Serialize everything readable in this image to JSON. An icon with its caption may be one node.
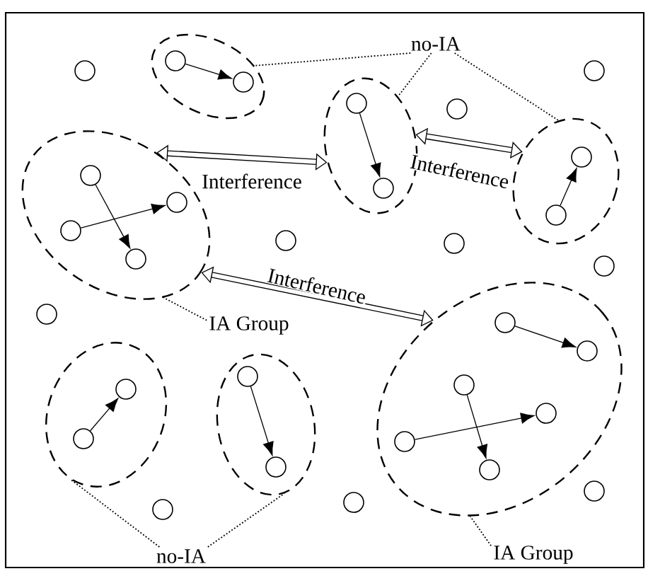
{
  "diagram": {
    "nodes": [
      {
        "text": [],
        "shape": "ellipse"
      },
      {
        "text": [],
        "shape": "circle",
        "in": 0
      },
      {
        "text": [],
        "shape": "circle",
        "in": 0
      },
      {
        "text": [
          "no-IA"
        ]
      },
      {
        "text": [],
        "shape": "circle"
      },
      {
        "text": [],
        "shape": "circle"
      },
      {
        "text": [],
        "shape": "circle"
      },
      {
        "text": [],
        "shape": "ellipse"
      },
      {
        "text": [],
        "shape": "circle",
        "in": 7
      },
      {
        "text": [],
        "shape": "circle",
        "in": 7
      },
      {
        "text": [],
        "shape": "ellipse"
      },
      {
        "text": [],
        "shape": "circle",
        "in": 10
      },
      {
        "text": [],
        "shape": "circle",
        "in": 10
      },
      {
        "text": [],
        "shape": "circle",
        "in": 10
      },
      {
        "text": [],
        "shape": "circle",
        "in": 10
      },
      {
        "text": [],
        "shape": "ellipse"
      },
      {
        "text": [],
        "shape": "circle",
        "in": 15
      },
      {
        "text": [],
        "shape": "circle",
        "in": 15
      },
      {
        "text": [],
        "shape": "circle"
      },
      {
        "text": [],
        "shape": "circle"
      },
      {
        "text": [],
        "shape": "circle"
      },
      {
        "text": [
          "IA Group"
        ]
      },
      {
        "text": [],
        "shape": "circle"
      },
      {
        "text": [],
        "shape": "ellipse"
      },
      {
        "text": [],
        "shape": "circle",
        "in": 23
      },
      {
        "text": [],
        "shape": "circle",
        "in": 23
      },
      {
        "text": [],
        "shape": "circle",
        "in": 23
      },
      {
        "text": [],
        "shape": "circle",
        "in": 23
      },
      {
        "text": [],
        "shape": "circle",
        "in": 23
      },
      {
        "text": [],
        "shape": "circle",
        "in": 23
      },
      {
        "text": [],
        "shape": "ellipse"
      },
      {
        "text": [],
        "shape": "circle",
        "in": 30
      },
      {
        "text": [],
        "shape": "circle",
        "in": 30
      },
      {
        "text": [],
        "shape": "ellipse"
      },
      {
        "text": [],
        "shape": "circle",
        "in": 33
      },
      {
        "text": [],
        "shape": "circle",
        "in": 33
      },
      {
        "text": [],
        "shape": "circle"
      },
      {
        "text": [],
        "shape": "circle"
      },
      {
        "text": [],
        "shape": "circle"
      },
      {
        "text": [
          "IA Group"
        ]
      },
      {
        "text": [
          "no-IA"
        ]
      }
    ],
    "edges": [
      {
        "from": 1,
        "to": 2,
        "arrow": "to"
      },
      {
        "from": 11,
        "to": 14,
        "arrow": "to"
      },
      {
        "from": 13,
        "to": 12,
        "arrow": "to"
      },
      {
        "from": 8,
        "to": 9,
        "arrow": "to"
      },
      {
        "from": 17,
        "to": 16,
        "arrow": "to"
      },
      {
        "from": 24,
        "to": 25,
        "arrow": "to"
      },
      {
        "from": 28,
        "to": 27,
        "arrow": "to"
      },
      {
        "from": 26,
        "to": 29,
        "arrow": "to"
      },
      {
        "from": 32,
        "to": 31,
        "arrow": "to"
      },
      {
        "from": 34,
        "to": 35,
        "arrow": "to"
      },
      {
        "from": 10,
        "to": 7,
        "arrow": "both",
        "label": "Interference",
        "style": "thick"
      },
      {
        "from": 7,
        "to": 15,
        "arrow": "both",
        "label": "Interference",
        "style": "thick"
      },
      {
        "from": 10,
        "to": 23,
        "arrow": "both",
        "label": "Interference",
        "style": "thick"
      },
      {
        "from": 3,
        "to": 0,
        "arrow": "none",
        "style": "dashed"
      },
      {
        "from": 3,
        "to": 7,
        "arrow": "none",
        "style": "dashed"
      },
      {
        "from": 3,
        "to": 15,
        "arrow": "none",
        "style": "dashed"
      },
      {
        "from": 21,
        "to": 10,
        "arrow": "none",
        "style": "dashed"
      },
      {
        "from": 39,
        "to": 23,
        "arrow": "none",
        "style": "dashed"
      },
      {
        "from": 40,
        "to": 30,
        "arrow": "none",
        "style": "dashed"
      },
      {
        "from": 40,
        "to": 33,
        "arrow": "none",
        "style": "dashed"
      }
    ]
  }
}
